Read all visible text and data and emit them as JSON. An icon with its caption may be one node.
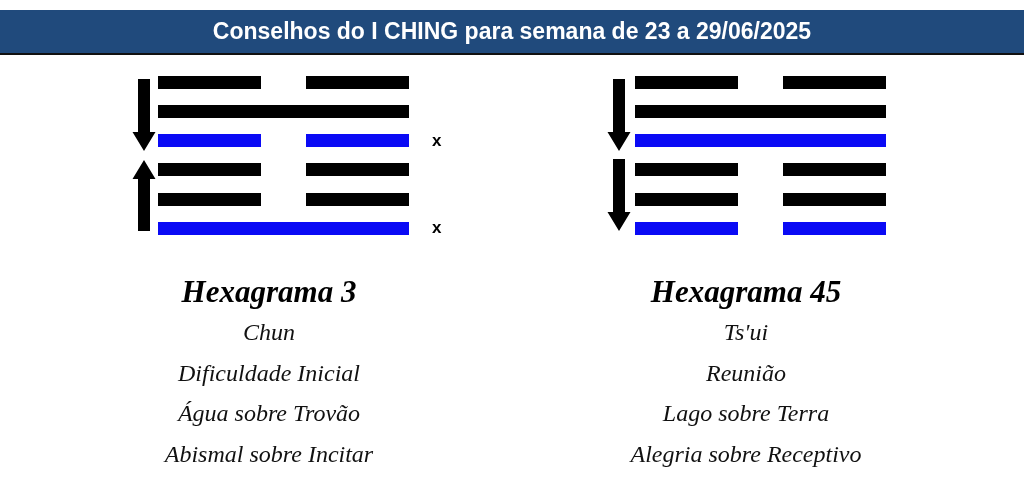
{
  "diagram": {
    "title": "Conselhos do I CHING para semana de 23 a 29/06/2025",
    "labels": [
      "x",
      "x",
      "Hexagrama 3",
      "Chun",
      "Dificuldade Inicial",
      "Água sobre Trovão",
      "Abismal sobre Incitar",
      "Hexagrama 45",
      "Ts'ui",
      "Reunião",
      "Lago sobre Terra",
      "Alegria sobre Receptivo"
    ]
  }
}
